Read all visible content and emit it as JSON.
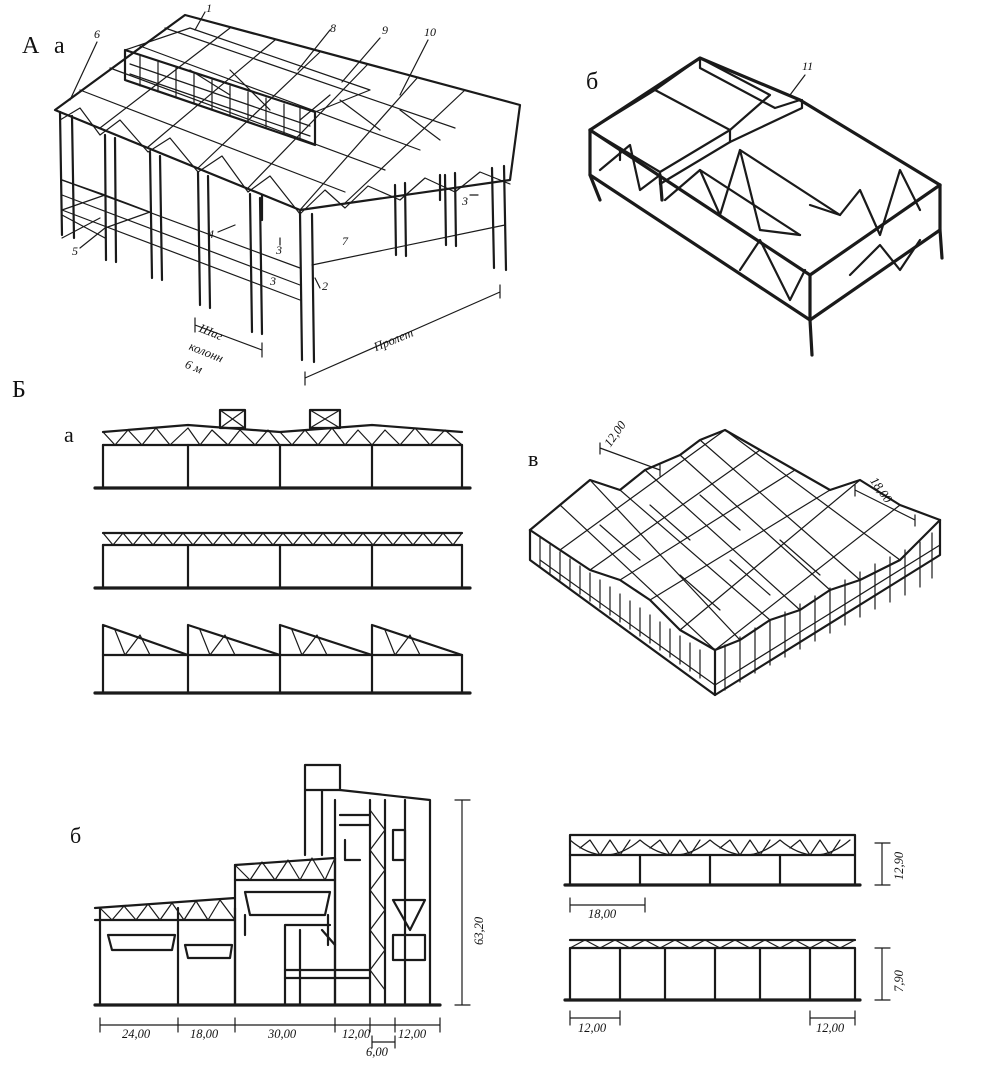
{
  "labels": {
    "A": "А",
    "A_a": "а",
    "A_b": "б",
    "B": "Б",
    "B_a": "а",
    "B_b": "б",
    "B_v": "в"
  },
  "callouts": [
    "1",
    "2",
    "3",
    "3",
    "3",
    "4",
    "5",
    "6",
    "7",
    "8",
    "9",
    "10",
    "11"
  ],
  "annotations": {
    "span": "Пролет",
    "col_step_1": "Шаг",
    "col_step_2": "колонн",
    "col_step_3": "6 м"
  },
  "dimensions": {
    "shell_1": "12,00",
    "shell_2": "18,00",
    "height_total": "63,20",
    "sec_1": "24,00",
    "sec_2": "18,00",
    "sec_3": "30,00",
    "sec_4": "12,00",
    "sec_5": "12,00",
    "sec_6": "6,00",
    "span_18": "18,00",
    "span_12a": "12,00",
    "span_12b": "12,00",
    "h_1": "12,90",
    "h_2": "7,90"
  },
  "colors": {
    "ink": "#1a1a1a",
    "paper": "#ffffff"
  }
}
